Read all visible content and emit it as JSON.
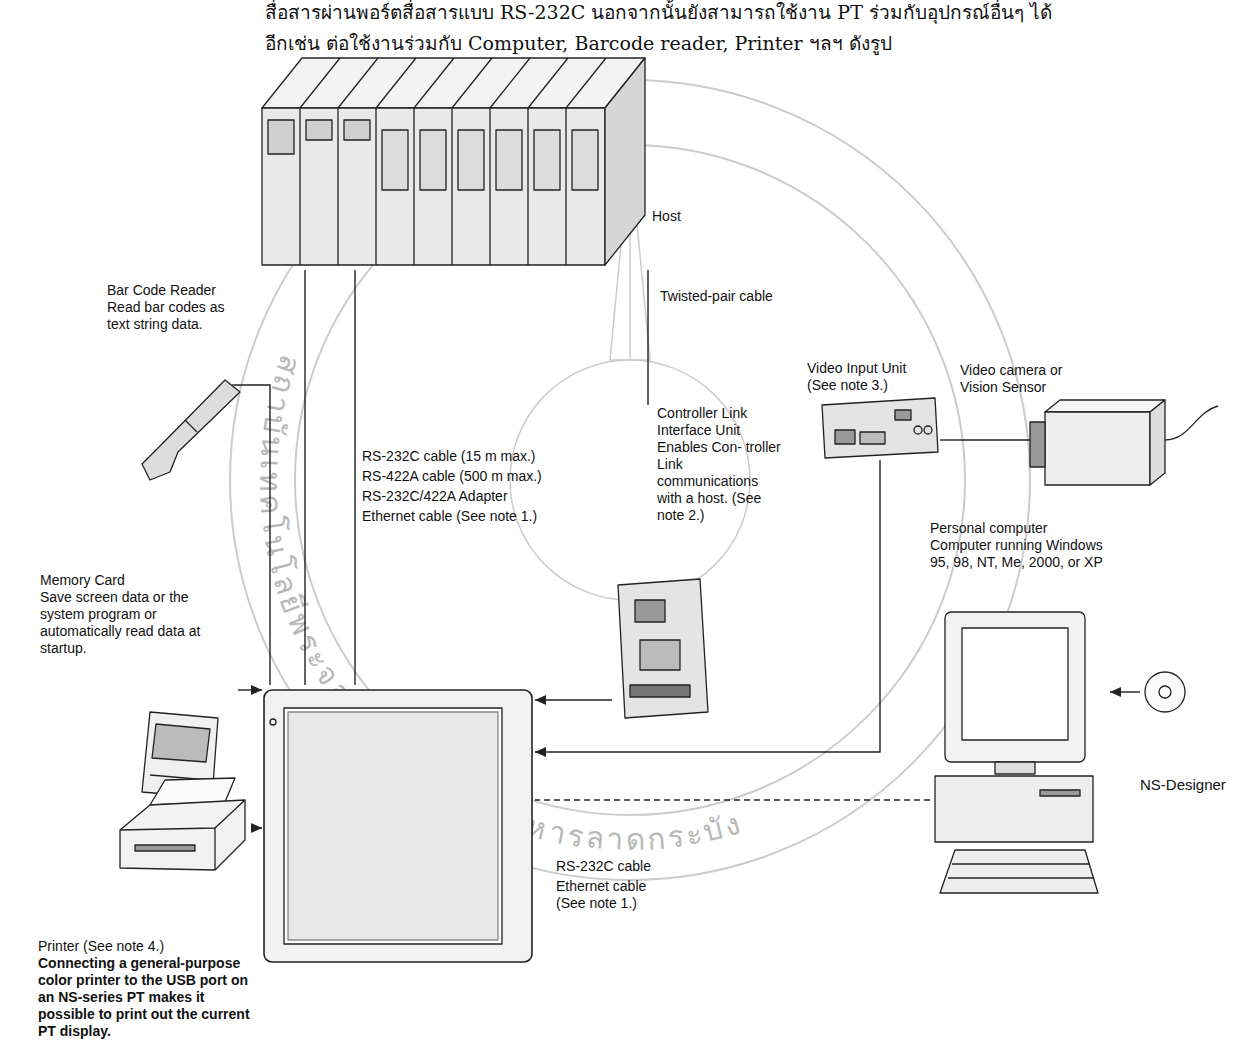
{
  "diagram": {
    "nodes": [
      {
        "text": [
          "Host"
        ]
      },
      {
        "text": [
          "Bar Code Reader",
          "Read bar codes as text string data."
        ]
      },
      {
        "text": [
          "Video Input Unit (See note 3.)"
        ]
      },
      {
        "text": [
          "Video camera or Vision Sensor"
        ]
      },
      {
        "text": [
          "Controller Link Interface Unit",
          "Enables Con- troller Link communications with a host. (See note 2.)"
        ]
      },
      {
        "text": [
          "Personal computer",
          "Computer running Windows 95, 98, NT, Me, 2000, or XP"
        ]
      },
      {
        "text": [
          "Memory Card",
          "Save screen data or the system program or automatically read data at startup."
        ]
      },
      {
        "text": []
      },
      {
        "text": [
          "NS-Designer"
        ]
      },
      {
        "text": [
          "Printer (See note 4.)",
          "Connecting a general-purpose color printer to the USB port on an NS-series PT makes it possible to print out the current PT display."
        ]
      }
    ],
    "edges": [
      {
        "from": 1,
        "to": 7,
        "arrow": "none"
      },
      {
        "from": 0,
        "to": 7,
        "arrow": "none"
      },
      {
        "from": 0,
        "to": 7,
        "arrow": "none"
      },
      {
        "from": 0,
        "to": 4,
        "arrow": "none"
      },
      {
        "from": 4,
        "to": 7,
        "arrow": "to"
      },
      {
        "from": 3,
        "to": 2,
        "arrow": "none"
      },
      {
        "from": 2,
        "to": 7,
        "arrow": "to"
      },
      {
        "from": 5,
        "to": 7,
        "arrow": "none"
      },
      {
        "from": 6,
        "to": 7,
        "arrow": "to"
      },
      {
        "from": 9,
        "to": 7,
        "arrow": "to"
      },
      {
        "from": 8,
        "to": 5,
        "arrow": "to"
      }
    ],
    "labels": [
      "สื่อสารผ่านพอร์ตสื่อสารแบบ RS-232C นอกจากนั้นยังสามารถใช้งาน PT ร่วมกับอุปกรณ์อื่นๆ ได้",
      "อีกเช่น ต่อใช้งานร่วมกับ Computer, Barcode reader, Printer ฯลฯ ดังรูป",
      "Twisted-pair cable",
      "RS-232C cable (15 m max.)",
      "RS-422A cable (500 m max.)",
      "RS-232C/422A Adapter",
      "Ethernet cable (See note 1.)",
      "RS-232C cable",
      "Ethernet cable (See note 1.)",
      "สถาบันเทคโนโลยีพระจอมเกล้าเจ้าคุณทหารลาดกระบัง"
    ]
  }
}
